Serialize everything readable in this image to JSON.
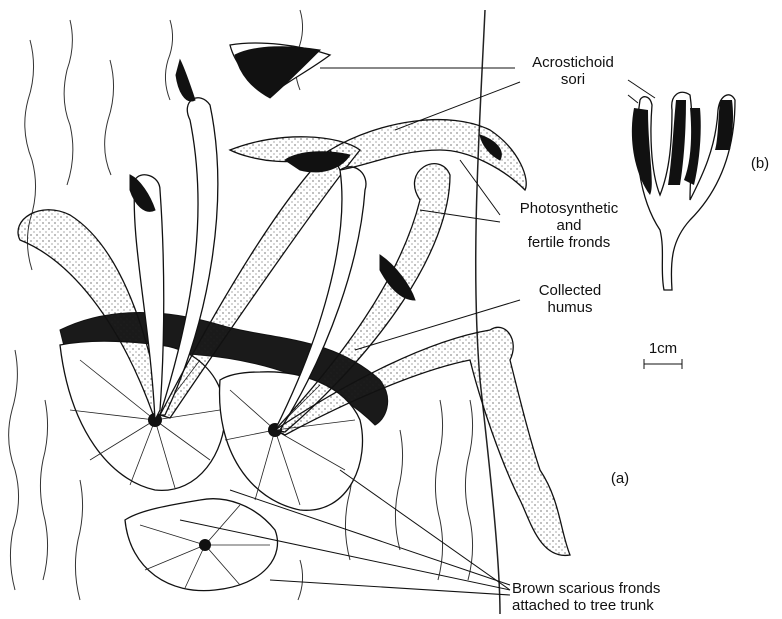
{
  "labels": {
    "acrostichoid_l1": "Acrostichoid",
    "acrostichoid_l2": "sori",
    "photosynthetic_l1": "Photosynthetic",
    "photosynthetic_l2": "and",
    "photosynthetic_l3": "fertile fronds",
    "humus_l1": "Collected",
    "humus_l2": "humus",
    "brown_l1": "Brown scarious fronds",
    "brown_l2": "attached to tree trunk",
    "panel_a": "(a)",
    "panel_b": "(b)",
    "scale": "1cm"
  },
  "colors": {
    "ink": "#111111",
    "paper": "#ffffff"
  }
}
